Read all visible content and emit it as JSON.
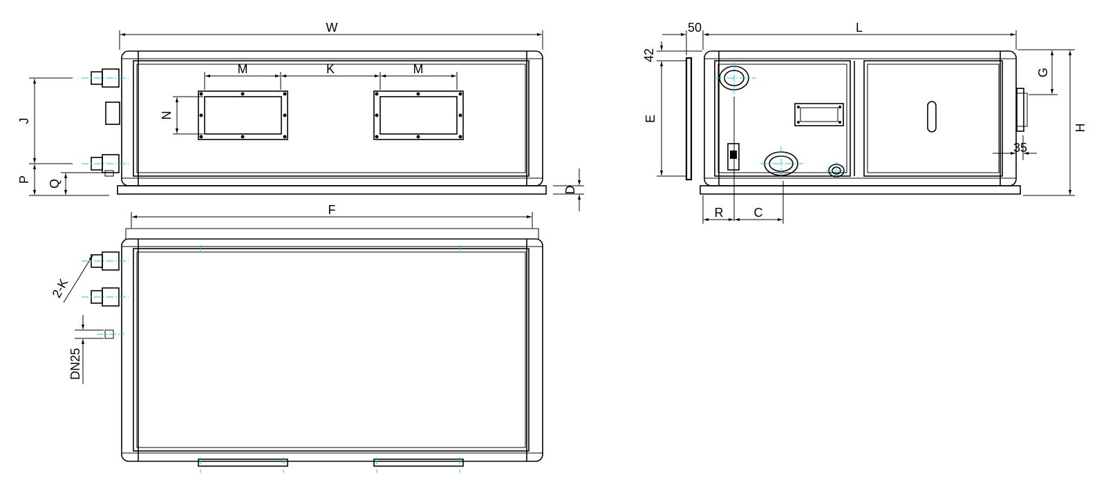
{
  "labels": {
    "W": "W",
    "M1": "M",
    "K": "K",
    "M2": "M",
    "N": "N",
    "J": "J",
    "P": "P",
    "Q": "Q",
    "D": "D",
    "F": "F",
    "twoK": "2-K",
    "DN25": "DN25",
    "d50": "50",
    "L": "L",
    "d42": "42",
    "E": "E",
    "G": "G",
    "H": "H",
    "d35": "35",
    "R": "R",
    "C": "C"
  }
}
